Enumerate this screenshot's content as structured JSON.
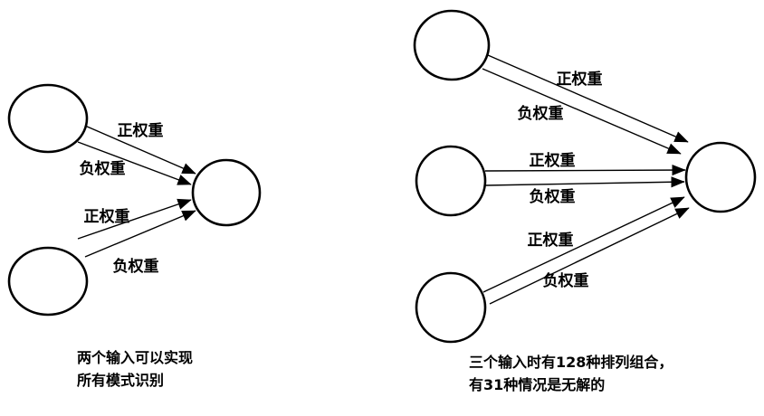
{
  "left_diagram": {
    "labels": {
      "top_positive": "正权重",
      "top_negative": "负权重",
      "bottom_positive": "正权重",
      "bottom_negative": "负权重"
    },
    "caption": {
      "line1": "两个输入可以实现",
      "line2": "所有模式识别"
    }
  },
  "right_diagram": {
    "labels": {
      "top_positive": "正权重",
      "top_negative": "负权重",
      "middle_positive": "正权重",
      "middle_negative": "负权重",
      "bottom_positive": "正权重",
      "bottom_negative": "负权重"
    },
    "caption": {
      "line1": "三个输入时有128种排列组合，",
      "line2": "有31种情况是无解的"
    }
  }
}
